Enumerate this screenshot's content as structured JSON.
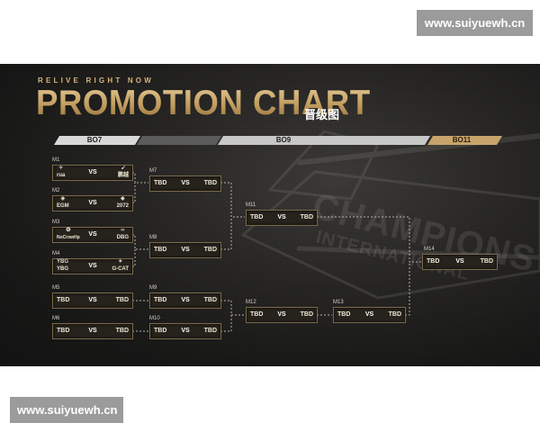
{
  "watermark": {
    "top": "www.suiyuewh.cn",
    "bottom": "www.suiyuewh.cn"
  },
  "header": {
    "tagline": "RELIVE RIGHT NOW",
    "title": "PROMOTION CHART",
    "title_cn": "晋级图"
  },
  "stages": [
    "BO7",
    "BO9",
    "BO11"
  ],
  "vs_label": "VS",
  "matches": {
    "m1": {
      "label": "M1",
      "team1": "rua",
      "team2": "鹏越"
    },
    "m2": {
      "label": "M2",
      "team1": "EGM",
      "team2": "2072"
    },
    "m3": {
      "label": "M3",
      "team1": "NoCrowHp",
      "team2": "DBG"
    },
    "m4": {
      "label": "M4",
      "team1": "YBG",
      "team2": "G-CAT"
    },
    "m5": {
      "label": "M5",
      "team1": "TBD",
      "team2": "TBD"
    },
    "m6": {
      "label": "M6",
      "team1": "TBD",
      "team2": "TBD"
    },
    "m7": {
      "label": "M7",
      "team1": "TBD",
      "team2": "TBD"
    },
    "m8": {
      "label": "M8",
      "team1": "TBD",
      "team2": "TBD"
    },
    "m9": {
      "label": "M9",
      "team1": "TBD",
      "team2": "TBD"
    },
    "m10": {
      "label": "M10",
      "team1": "TBD",
      "team2": "TBD"
    },
    "m11": {
      "label": "M11",
      "team1": "TBD",
      "team2": "TBD"
    },
    "m12": {
      "label": "M12",
      "team1": "TBD",
      "team2": "TBD"
    },
    "m13": {
      "label": "M13",
      "team1": "TBD",
      "team2": "TBD"
    },
    "m14": {
      "label": "M14",
      "team1": "TBD",
      "team2": "TBD"
    }
  },
  "colors": {
    "gold": "#c9a46b",
    "bracket_line": "#b9b2a4",
    "banner_bg": "#1e1e1d",
    "stage_bar": "#8a8a8a",
    "final_accent": "#c7a46a"
  },
  "icons": {
    "team_logo": "team-logo-icon",
    "watermark_text": "CHAMPIONS INTERNATIONAL"
  }
}
